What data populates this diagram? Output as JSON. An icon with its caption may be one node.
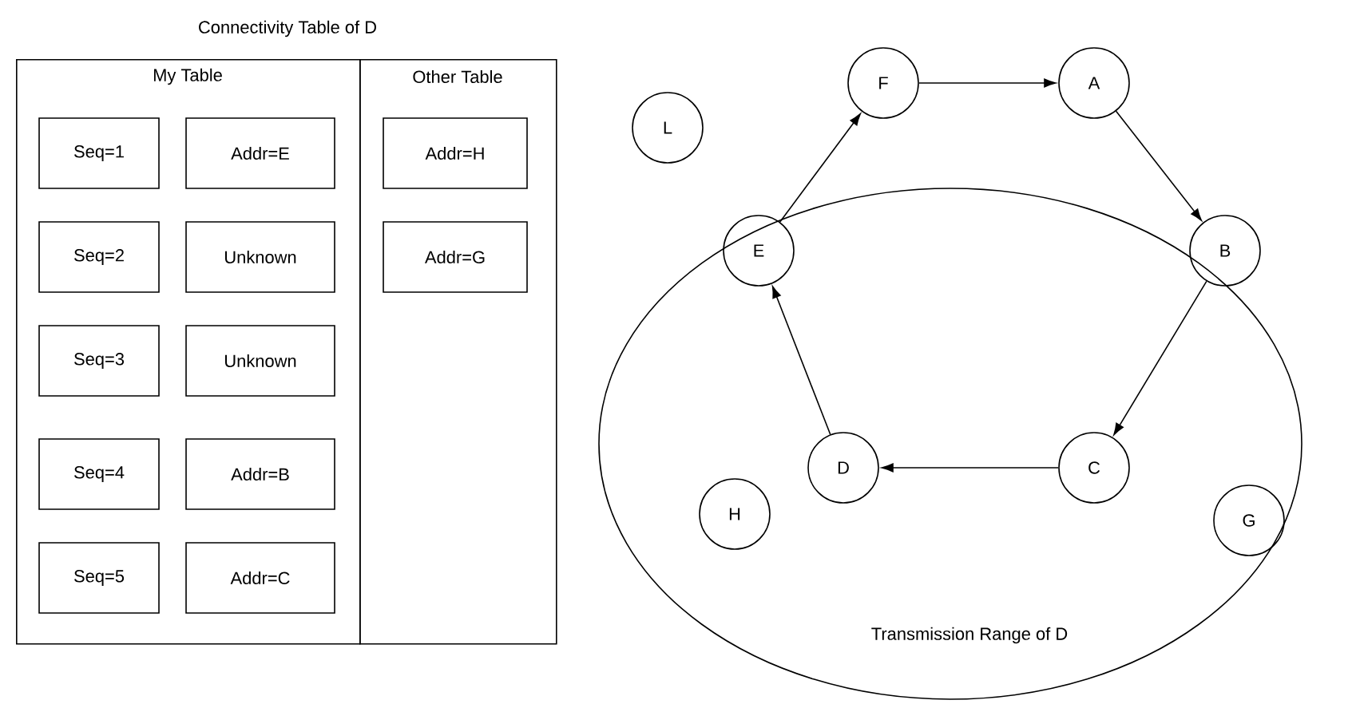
{
  "diagram": {
    "title": "Connectivity Table of D",
    "nodes": [
      {
        "text": [
          "My Table"
        ]
      },
      {
        "text": [
          "Seq=1"
        ],
        "in": 0
      },
      {
        "text": [
          "Addr=E"
        ],
        "in": 0
      },
      {
        "text": [
          "Seq=2"
        ],
        "in": 0
      },
      {
        "text": [
          "Unknown"
        ],
        "in": 0
      },
      {
        "text": [
          "Seq=3"
        ],
        "in": 0
      },
      {
        "text": [
          "Unknown"
        ],
        "in": 0
      },
      {
        "text": [
          "Seq=4"
        ],
        "in": 0
      },
      {
        "text": [
          "Addr=B"
        ],
        "in": 0
      },
      {
        "text": [
          "Seq=5"
        ],
        "in": 0
      },
      {
        "text": [
          "Addr=C"
        ],
        "in": 0
      },
      {
        "text": [
          "Other Table"
        ]
      },
      {
        "text": [
          "Addr=H"
        ],
        "in": 11
      },
      {
        "text": [
          "Addr=G"
        ],
        "in": 11
      },
      {
        "text": [
          "F"
        ]
      },
      {
        "text": [
          "A"
        ]
      },
      {
        "text": [
          "L"
        ]
      },
      {
        "text": [
          "Transmission Range of D"
        ]
      },
      {
        "text": [
          "E"
        ],
        "in": 17
      },
      {
        "text": [
          "B"
        ],
        "in": 17
      },
      {
        "text": [
          "D"
        ],
        "in": 17
      },
      {
        "text": [
          "C"
        ],
        "in": 17
      },
      {
        "text": [
          "H"
        ],
        "in": 17
      },
      {
        "text": [
          "G"
        ],
        "in": 17
      }
    ],
    "edges": [
      {
        "from": 14,
        "to": 15,
        "arrow": "to"
      },
      {
        "from": 15,
        "to": 19,
        "arrow": "to"
      },
      {
        "from": 19,
        "to": 21,
        "arrow": "to"
      },
      {
        "from": 21,
        "to": 20,
        "arrow": "to"
      },
      {
        "from": 20,
        "to": 18,
        "arrow": "to"
      },
      {
        "from": 18,
        "to": 14,
        "arrow": "to"
      }
    ]
  }
}
